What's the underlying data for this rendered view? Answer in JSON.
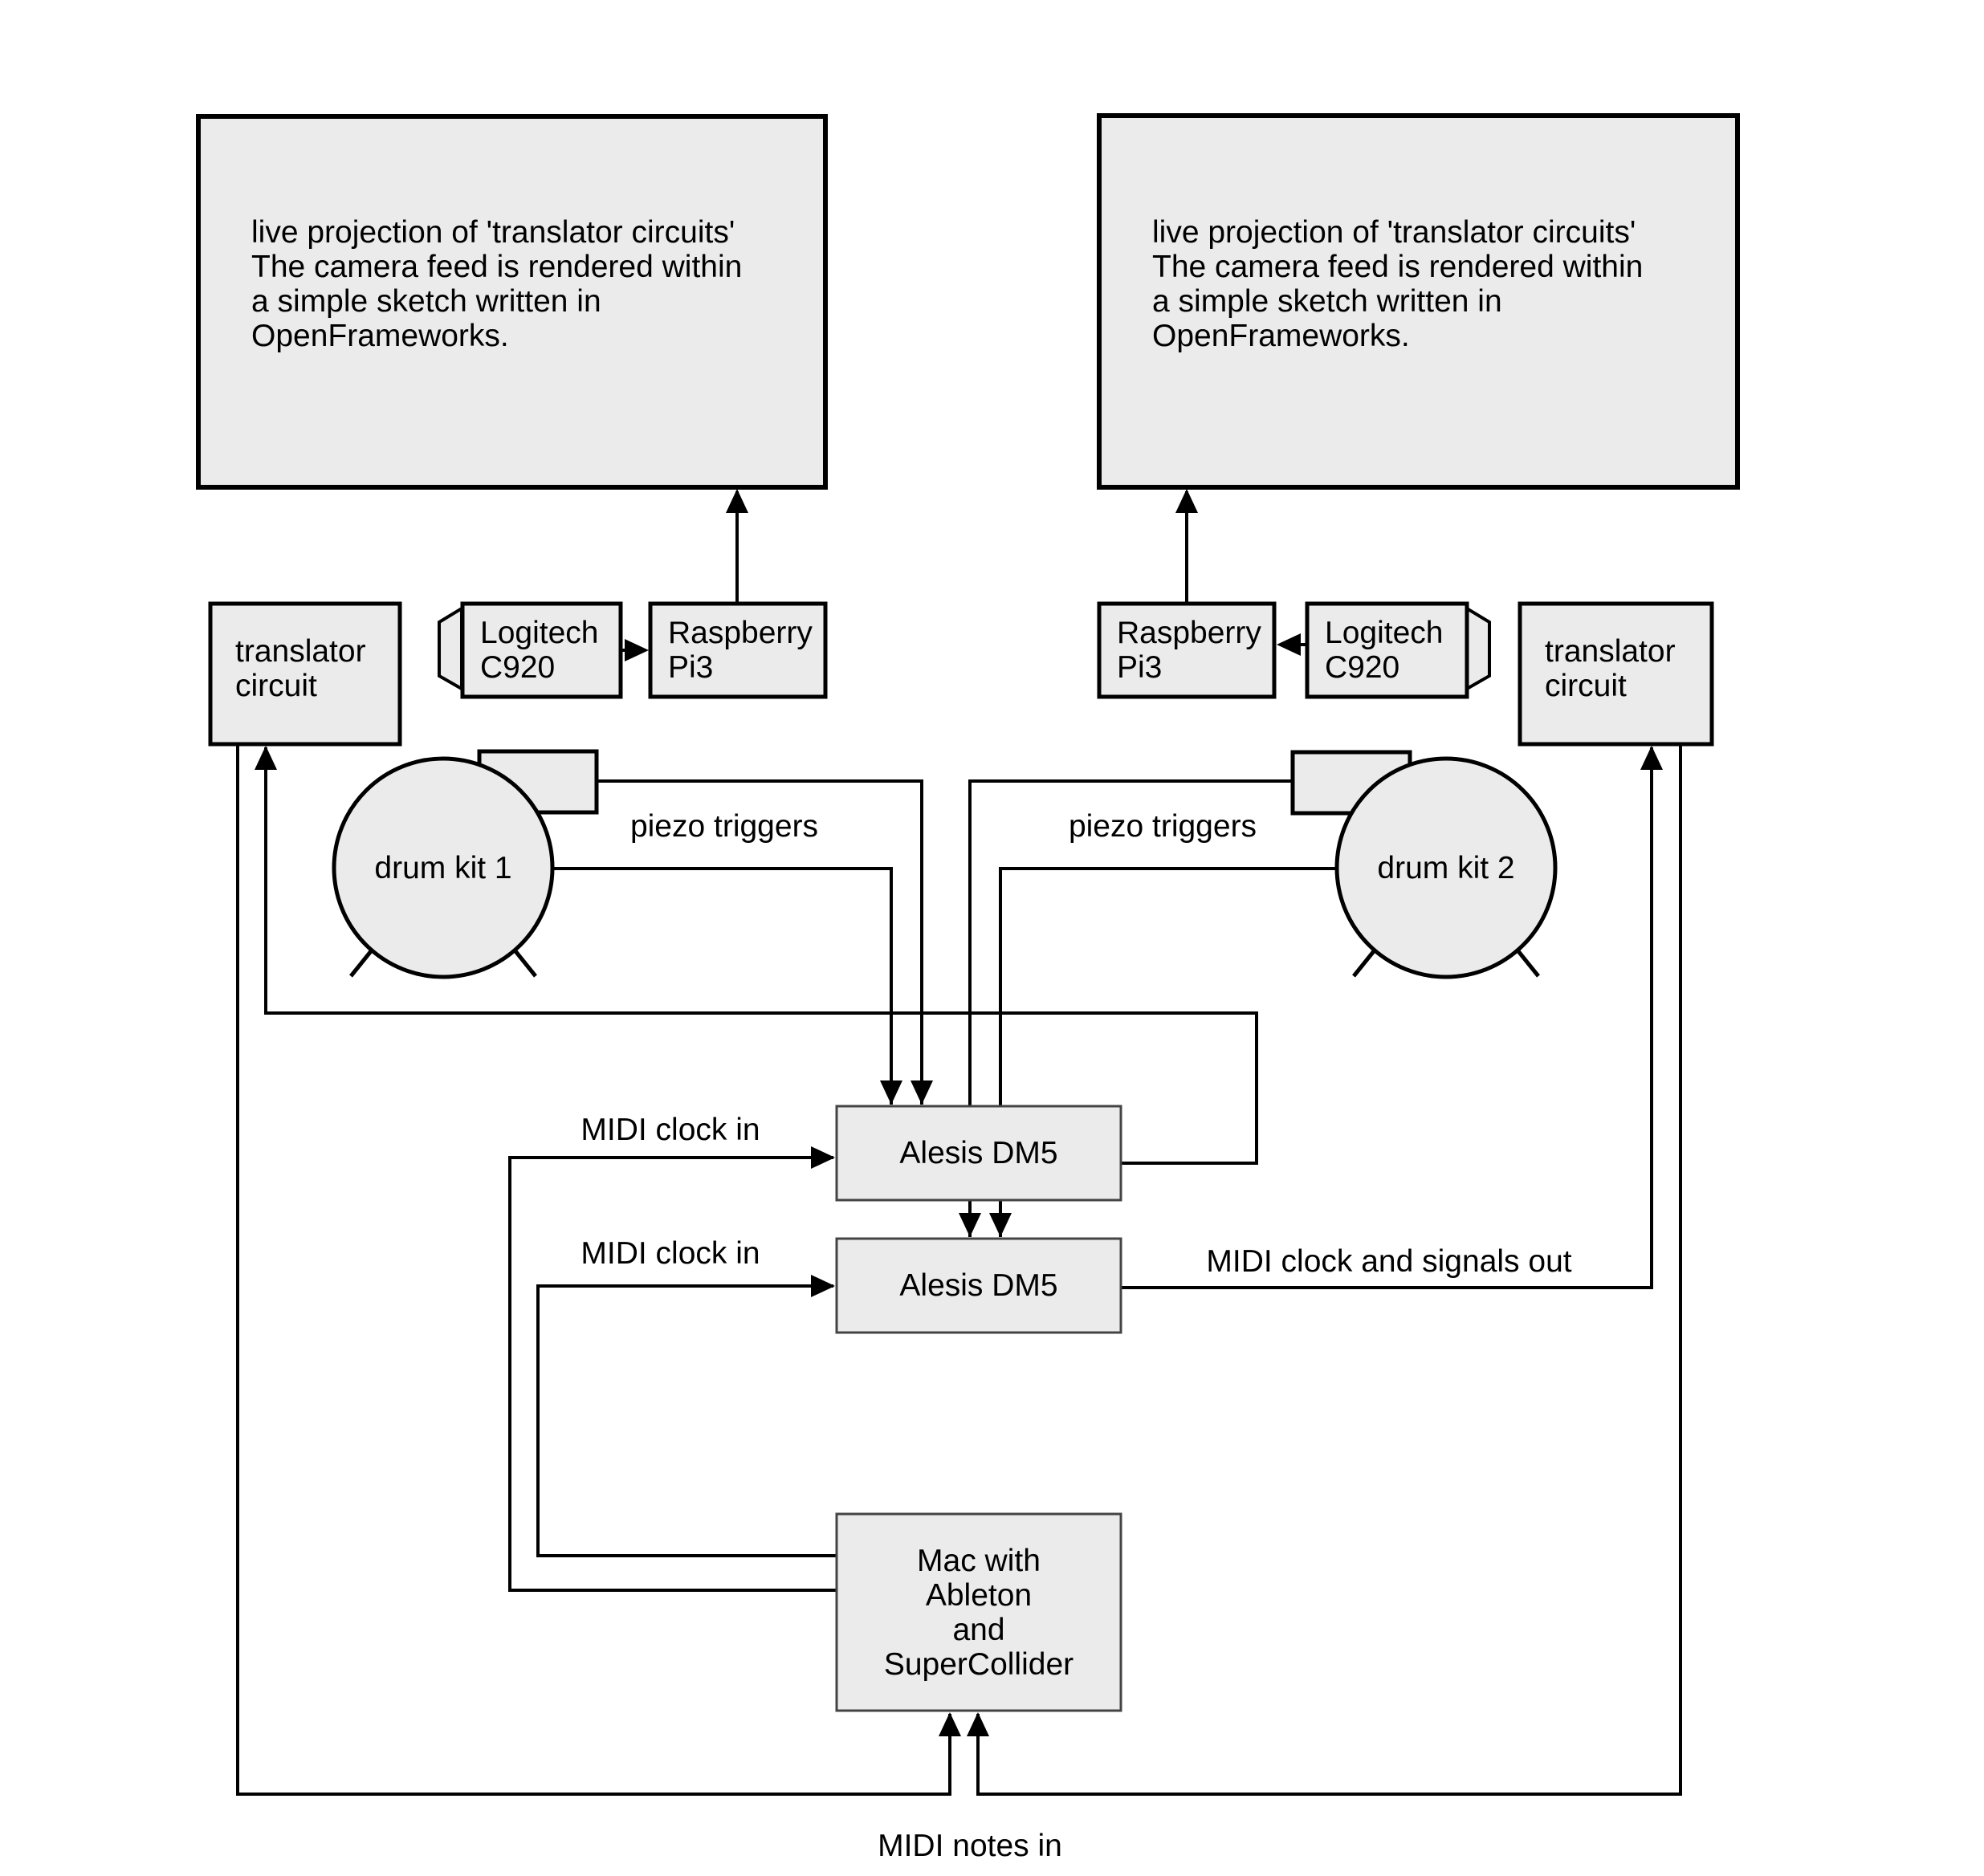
{
  "colors": {
    "box_fill": "#ebebeb",
    "line": "#000000",
    "thin_border": "#444444"
  },
  "nodes": {
    "projection_left": "live projection of 'translator circuits'\nThe camera feed is rendered within\na simple sketch written in\nOpenFrameworks.",
    "projection_right": "live projection of 'translator circuits'\nThe camera feed is rendered within\na simple sketch written in\nOpenFrameworks.",
    "translator_left": "translator\ncircuit",
    "translator_right": "translator\ncircuit",
    "logitech_left": "Logitech\nC920",
    "logitech_right": "Logitech\nC920",
    "raspberry_left": "Raspberry\nPi3",
    "raspberry_right": "Raspberry\nPi3",
    "drum_kit_1": "drum kit 1",
    "drum_kit_2": "drum kit 2",
    "alesis_top": "Alesis DM5",
    "alesis_bottom": "Alesis DM5",
    "mac": "Mac with\nAbleton\nand\nSuperCollider"
  },
  "edge_labels": {
    "piezo_left": "piezo triggers",
    "piezo_right": "piezo triggers",
    "midi_clock_top": "MIDI clock in",
    "midi_clock_bottom": "MIDI clock in",
    "midi_out": "MIDI clock and signals out",
    "midi_notes": "MIDI notes in"
  }
}
